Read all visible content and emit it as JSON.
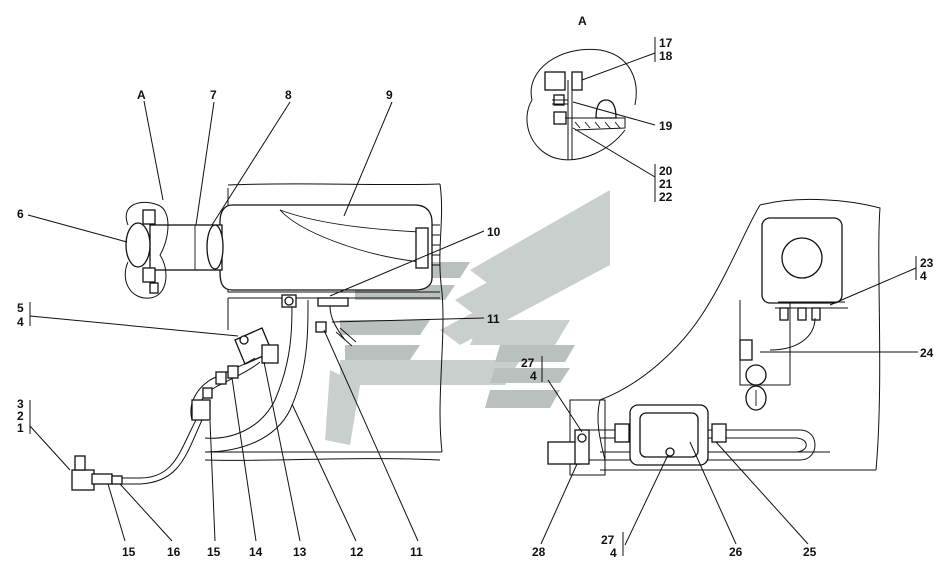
{
  "view_label": "A",
  "callouts": {
    "left_a": "A",
    "c7": "7",
    "c8": "8",
    "c9": "9",
    "c6": "6",
    "c10": "10",
    "c11_upper": "11",
    "c5": "5",
    "c4_a": "4",
    "c3": "3",
    "c2": "2",
    "c1": "1",
    "c17": "17",
    "c18": "18",
    "c19": "19",
    "c20": "20",
    "c21": "21",
    "c22": "22",
    "c23": "23",
    "c4_b": "4",
    "c24": "24",
    "c27_upper": "27",
    "c4_c": "4",
    "c27_lower": "27",
    "c4_d": "4"
  },
  "bottom_labels": [
    "15",
    "16",
    "15",
    "14",
    "13",
    "12",
    "11",
    "28",
    "26",
    "25"
  ],
  "colors": {
    "line": "#111111",
    "watermark": "#c9cfcc"
  }
}
